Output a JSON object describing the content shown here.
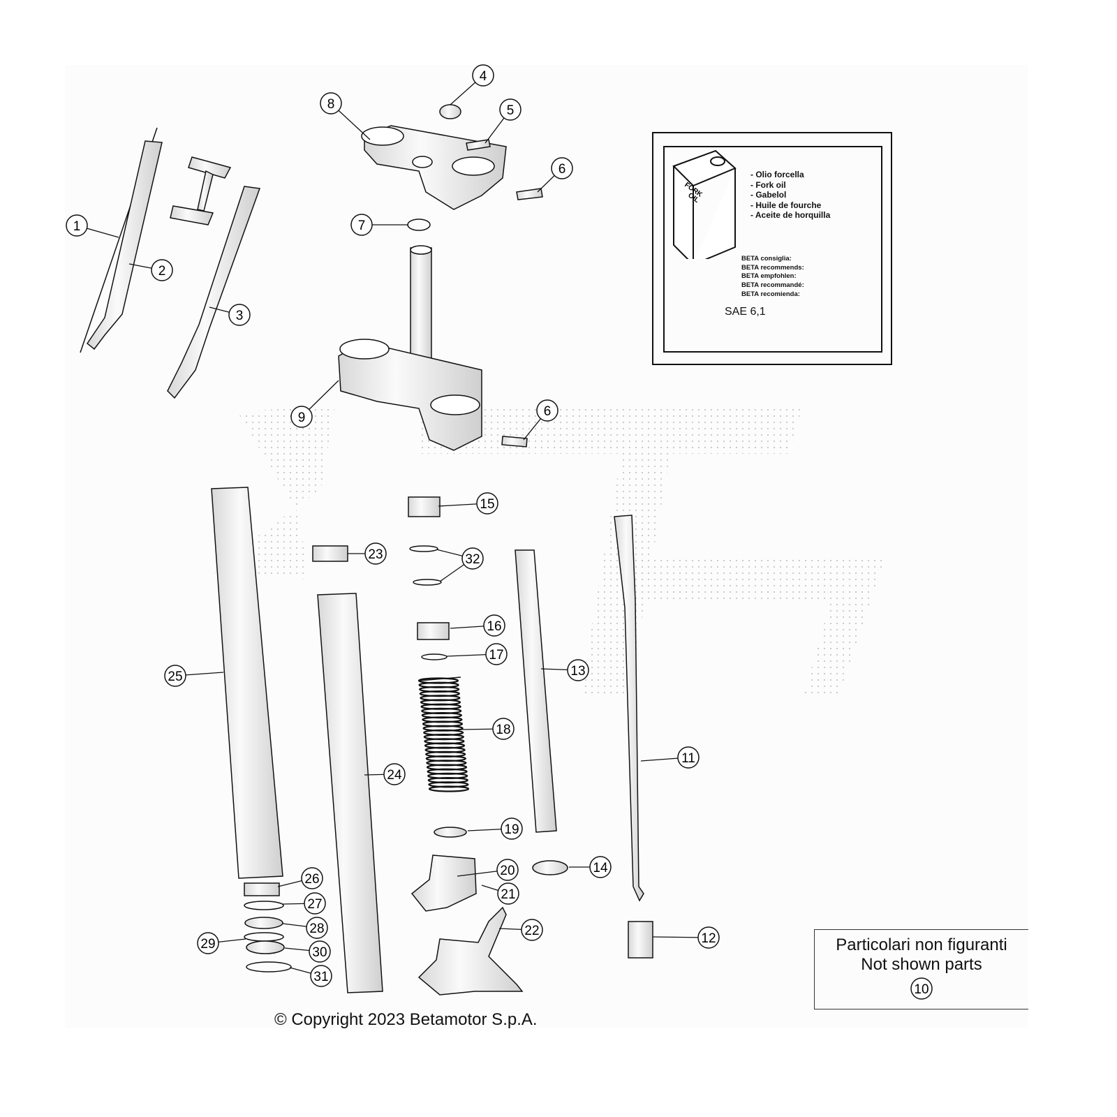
{
  "diagram": {
    "callouts": [
      "1",
      "2",
      "3",
      "4",
      "5",
      "6",
      "7",
      "8",
      "9",
      "6",
      "15",
      "23",
      "32",
      "16",
      "17",
      "13",
      "25",
      "18",
      "11",
      "24",
      "19",
      "20",
      "21",
      "14",
      "26",
      "27",
      "12",
      "22",
      "28",
      "29",
      "30",
      "31"
    ],
    "fork_oil_box": {
      "can_label": "FORK OIL",
      "names": [
        "- Olio forcella",
        "- Fork oil",
        "- Gabelol",
        "- Huile de fourche",
        "- Aceite de horquilla"
      ],
      "recommends": [
        "BETA consiglia:",
        "BETA recommends:",
        "BETA empfohlen:",
        "BETA recommandé:",
        "BETA recomienda:"
      ],
      "oil_grade": "SAE 6,1"
    },
    "not_shown": {
      "line1": "Particolari non figuranti",
      "line2": "Not shown parts",
      "part": "10"
    },
    "copyright": "© Copyright 2023 Betamotor S.p.A.",
    "colors": {
      "line": "#111111",
      "fill": "#f2f2f2",
      "watermark": "#9a9a9a"
    }
  }
}
